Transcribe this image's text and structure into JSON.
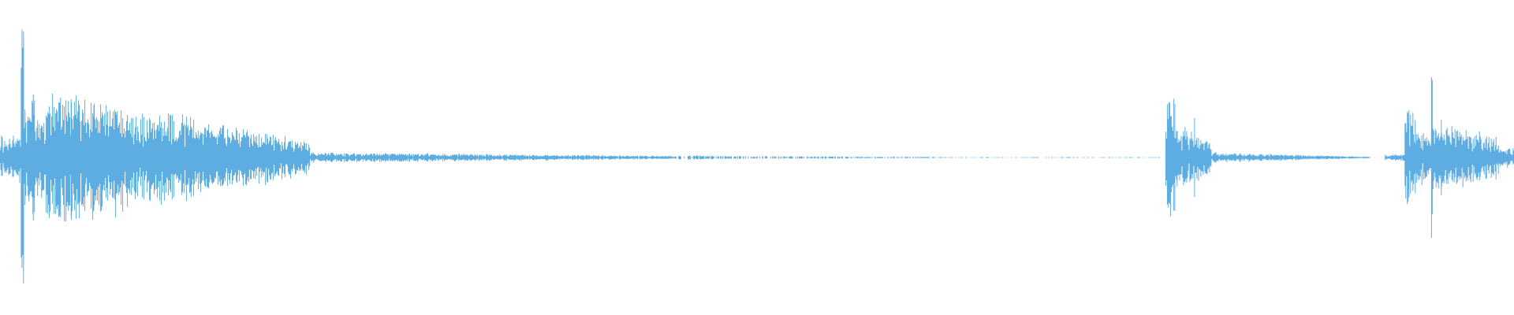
{
  "waveform": {
    "color": "#5dade2",
    "background": "#ffffff",
    "segments": [
      {
        "start": 0.0,
        "end": 0.014,
        "amp": 0.14,
        "decay": 0.0,
        "density": "dense"
      },
      {
        "start": 0.014,
        "end": 0.016,
        "amp": 0.82,
        "decay": 0.0,
        "density": "dense"
      },
      {
        "start": 0.016,
        "end": 0.03,
        "amp": 0.38,
        "decay": 0.4,
        "density": "dense"
      },
      {
        "start": 0.03,
        "end": 0.205,
        "amp": 0.4,
        "decay": 0.75,
        "density": "dense"
      },
      {
        "start": 0.205,
        "end": 0.445,
        "amp": 0.03,
        "decay": 0.7,
        "density": "dense"
      },
      {
        "start": 0.445,
        "end": 0.625,
        "amp": 0.012,
        "decay": 0.8,
        "density": "sparse"
      },
      {
        "start": 0.625,
        "end": 0.77,
        "amp": 0.0,
        "decay": 0.0,
        "density": "dots"
      },
      {
        "start": 0.77,
        "end": 0.776,
        "amp": 0.35,
        "decay": 0.0,
        "density": "dense"
      },
      {
        "start": 0.776,
        "end": 0.8,
        "amp": 0.2,
        "decay": 0.5,
        "density": "dense"
      },
      {
        "start": 0.8,
        "end": 0.905,
        "amp": 0.03,
        "decay": 0.85,
        "density": "dense"
      },
      {
        "start": 0.915,
        "end": 0.928,
        "amp": 0.02,
        "decay": 0.0,
        "density": "dense"
      },
      {
        "start": 0.928,
        "end": 0.935,
        "amp": 0.28,
        "decay": 0.0,
        "density": "dense"
      },
      {
        "start": 0.935,
        "end": 0.946,
        "amp": 0.16,
        "decay": 0.2,
        "density": "dense"
      },
      {
        "start": 0.946,
        "end": 0.947,
        "amp": 0.52,
        "decay": 0.0,
        "density": "dense"
      },
      {
        "start": 0.947,
        "end": 0.99,
        "amp": 0.2,
        "decay": 0.4,
        "density": "dense"
      },
      {
        "start": 0.99,
        "end": 1.0,
        "amp": 0.06,
        "decay": 0.0,
        "density": "dense"
      }
    ],
    "peaks": [
      {
        "pos": 0.0155,
        "amp": 0.8
      },
      {
        "pos": 0.015,
        "amp": 0.45
      },
      {
        "pos": 0.022,
        "amp": 0.4
      },
      {
        "pos": 0.04,
        "amp": 0.38
      },
      {
        "pos": 0.047,
        "amp": 0.37
      },
      {
        "pos": 0.062,
        "amp": 0.33
      },
      {
        "pos": 0.08,
        "amp": 0.3
      },
      {
        "pos": 0.12,
        "amp": 0.22
      },
      {
        "pos": 0.776,
        "amp": 0.34
      },
      {
        "pos": 0.789,
        "amp": 0.25
      },
      {
        "pos": 0.93,
        "amp": 0.28
      },
      {
        "pos": 0.9455,
        "amp": 0.51
      },
      {
        "pos": 0.952,
        "amp": 0.24
      }
    ]
  }
}
